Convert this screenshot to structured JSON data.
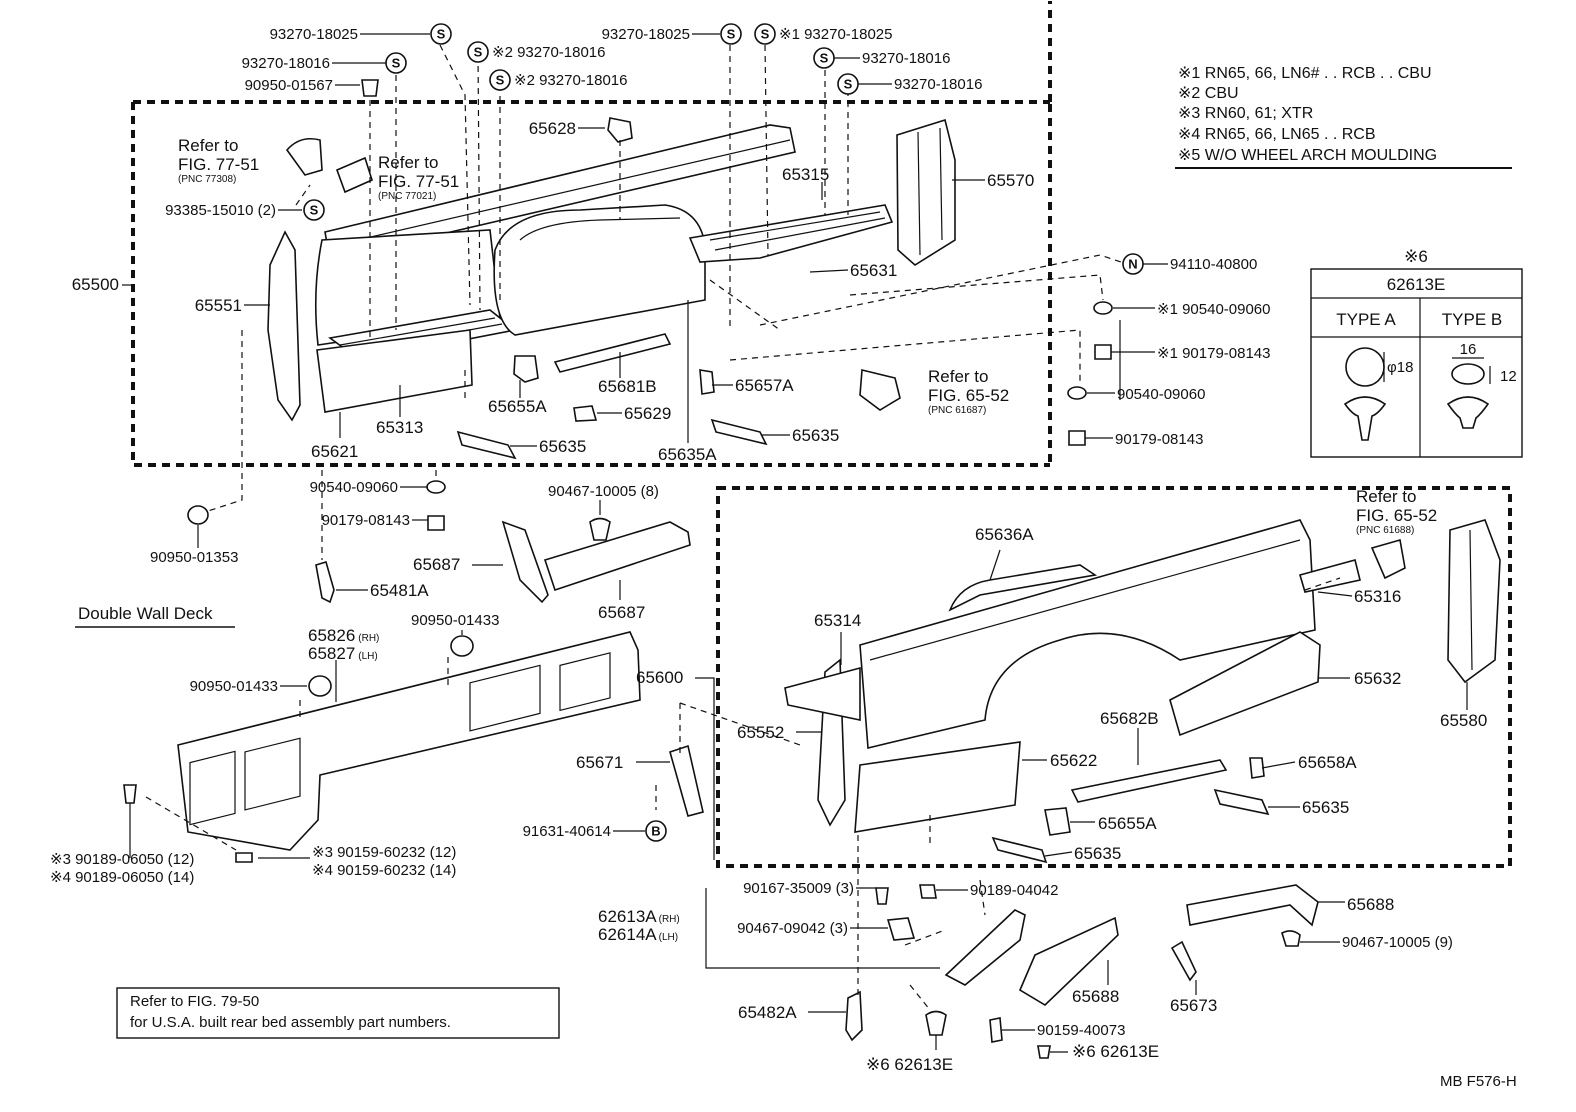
{
  "notes": [
    {
      "mark": "※1",
      "text": "RN65, 66, LN6# . . RCB . . CBU"
    },
    {
      "mark": "※2",
      "text": "CBU"
    },
    {
      "mark": "※3",
      "text": "RN60, 61; XTR"
    },
    {
      "mark": "※4",
      "text": "RN65, 66, LN65 . . RCB"
    },
    {
      "mark": "※5",
      "text": "W/O WHEEL  ARCH  MOULDING"
    }
  ],
  "clip_table": {
    "mark": "※6",
    "part": "62613E",
    "type_a": "TYPE  A",
    "type_b": "TYPE  B",
    "dim_a": "φ18",
    "dim_b_w": "16",
    "dim_b_h": "12"
  },
  "symbols": {
    "s": "S",
    "n": "N",
    "b": "B"
  },
  "refs": {
    "fig7751_a": {
      "l1": "Refer to",
      "l2": "FIG. 77-51",
      "pnc": "(PNC 77308)"
    },
    "fig7751_b": {
      "l1": "Refer to",
      "l2": "FIG. 77-51",
      "pnc": "(PNC 77021)"
    },
    "fig6552_a": {
      "l1": "Refer to",
      "l2": "FIG. 65-52",
      "pnc": "(PNC 61687)"
    },
    "fig6552_b": {
      "l1": "Refer to",
      "l2": "FIG. 65-52",
      "pnc": "(PNC 61688)"
    }
  },
  "section_title": "Double Wall Deck",
  "footnote": {
    "l1": "Refer to FIG. 79-50",
    "l2": "for U.S.A. built rear bed assembly part numbers."
  },
  "code": "MB  F576-H",
  "parts": {
    "p1": "93270-18025",
    "p2": "93270-18016",
    "p3": "90950-01567",
    "p4": "※2 93270-18016",
    "p5": "※2 93270-18016",
    "p6": "93270-18025",
    "p7": "※1 93270-18025",
    "p8": "93270-18016",
    "p9": "93270-18016",
    "p10": "65628",
    "p11": "93385-15010 (2)",
    "p12": "65315",
    "p13": "65570",
    "p14": "65500",
    "p15": "65551",
    "p16": "65631",
    "p17": "94110-40800",
    "p18": "※1  90540-09060",
    "p19": "※1  90179-08143",
    "p20": "90540-09060",
    "p21": "90179-08143",
    "p22": "65681B",
    "p23": "65657A",
    "p24": "65655A",
    "p25": "65629",
    "p26": "65635",
    "p27": "65635",
    "p28": "65313",
    "p29": "65621",
    "p30": "65635A",
    "p31": "90540-09060",
    "p32": "90179-08143",
    "p33": "90950-01353",
    "p34": "90467-10005 (8)",
    "p35": "65687",
    "p36": "65687",
    "p37": "65481A",
    "p38": "90950-01433",
    "p39": "65826",
    "p39s": "(RH)",
    "p40": "65827",
    "p40s": "(LH)",
    "p41": "90950-01433",
    "p42": "65636A",
    "p43": "65316",
    "p44": "65314",
    "p45": "65600",
    "p46": "65632",
    "p47": "65580",
    "p48": "65552",
    "p49": "65682B",
    "p50": "65622",
    "p51": "65671",
    "p52": "65658A",
    "p53": "65655A",
    "p54": "65635",
    "p55": "65635",
    "p56": "91631-40614",
    "p57": "※3  90189-06050 (12)",
    "p58": "※4  90189-06050 (14)",
    "p59": "※3  90159-60232 (12)",
    "p60": "※4  90159-60232 (14)",
    "p61": "90167-35009 (3)",
    "p62": "90189-04042",
    "p63": "62613A",
    "p63s": "(RH)",
    "p64": "62614A",
    "p64s": "(LH)",
    "p65": "90467-09042 (3)",
    "p66": "65688",
    "p67": "65688",
    "p68": "90467-10005 (9)",
    "p69": "65673",
    "p70": "65482A",
    "p71": "90159-40073",
    "p72": "※6 62613E",
    "p73": "※6 62613E"
  }
}
